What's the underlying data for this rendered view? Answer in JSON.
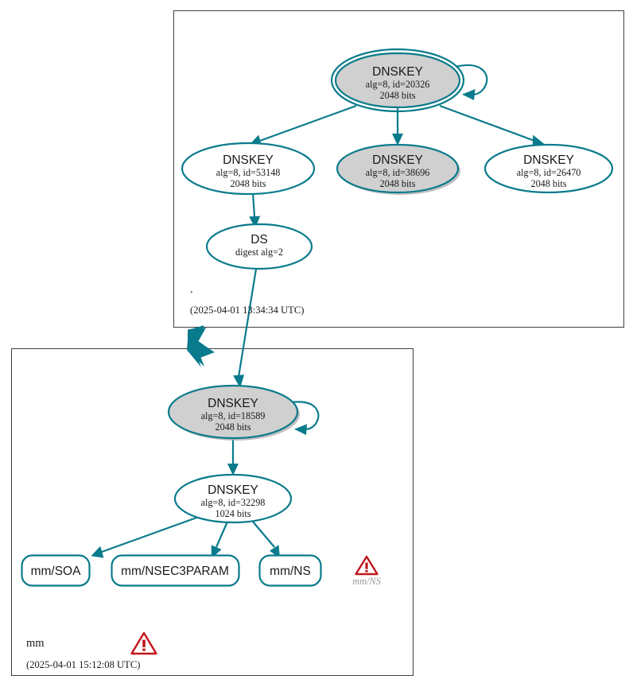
{
  "diagram": {
    "type": "dnssec-authentication-chain",
    "title": "DNSSEC authentication chain for mm"
  },
  "zones": [
    {
      "id": "root",
      "label": ".",
      "timestamp": "(2025-04-01 13:34:34 UTC)",
      "has_warning": false
    },
    {
      "id": "mm",
      "label": "mm",
      "timestamp": "(2025-04-01 15:12:08 UTC)",
      "has_warning": true
    }
  ],
  "nodes": {
    "root_ksk": {
      "kind": "DNSKEY",
      "title": "DNSKEY",
      "line2": "alg=8, id=20326",
      "line3": "2048 bits",
      "alg": 8,
      "key_id": 20326,
      "bits": 2048,
      "fill": "#d0d0d0",
      "double_border": true,
      "self_signed": true,
      "zone": "root"
    },
    "root_zsk_53148": {
      "kind": "DNSKEY",
      "title": "DNSKEY",
      "line2": "alg=8, id=53148",
      "line3": "2048 bits",
      "alg": 8,
      "key_id": 53148,
      "bits": 2048,
      "fill": "#ffffff",
      "double_border": false,
      "self_signed": false,
      "zone": "root"
    },
    "root_zsk_38696": {
      "kind": "DNSKEY",
      "title": "DNSKEY",
      "line2": "alg=8, id=38696",
      "line3": "2048 bits",
      "alg": 8,
      "key_id": 38696,
      "bits": 2048,
      "fill": "#d0d0d0",
      "double_border": false,
      "self_signed": false,
      "zone": "root"
    },
    "root_zsk_26470": {
      "kind": "DNSKEY",
      "title": "DNSKEY",
      "line2": "alg=8, id=26470",
      "line3": "2048 bits",
      "alg": 8,
      "key_id": 26470,
      "bits": 2048,
      "fill": "#ffffff",
      "double_border": false,
      "self_signed": false,
      "zone": "root"
    },
    "ds": {
      "kind": "DS",
      "title": "DS",
      "line2": "digest alg=2",
      "digest_alg": 2,
      "fill": "#ffffff",
      "zone": "root"
    },
    "mm_ksk": {
      "kind": "DNSKEY",
      "title": "DNSKEY",
      "line2": "alg=8, id=18589",
      "line3": "2048 bits",
      "alg": 8,
      "key_id": 18589,
      "bits": 2048,
      "fill": "#d0d0d0",
      "double_border": false,
      "self_signed": true,
      "zone": "mm"
    },
    "mm_zsk": {
      "kind": "DNSKEY",
      "title": "DNSKEY",
      "line2": "alg=8, id=32298",
      "line3": "1024 bits",
      "alg": 8,
      "key_id": 32298,
      "bits": 1024,
      "fill": "#ffffff",
      "double_border": false,
      "self_signed": false,
      "zone": "mm"
    },
    "rr_soa": {
      "kind": "RRset",
      "label": "mm/SOA",
      "zone": "mm"
    },
    "rr_nsec3param": {
      "kind": "RRset",
      "label": "mm/NSEC3PARAM",
      "zone": "mm"
    },
    "rr_ns": {
      "kind": "RRset",
      "label": "mm/NS",
      "zone": "mm"
    }
  },
  "warnings": [
    {
      "id": "warn-mm-ns",
      "label": "mm/NS",
      "icon": "warning-triangle-icon",
      "color": "#c0161c"
    },
    {
      "id": "warn-mm-zone",
      "label": "",
      "icon": "warning-triangle-icon",
      "color": "#c0161c"
    }
  ],
  "colors": {
    "edge": "#0a7b8c",
    "node_stroke": "#0a7b8c",
    "secure_fill": "#d0d0d0",
    "plain_fill": "#ffffff",
    "zone_border": "#3f3f3f",
    "warning": "#c0161c",
    "muted_text": "#9a9a9a"
  }
}
